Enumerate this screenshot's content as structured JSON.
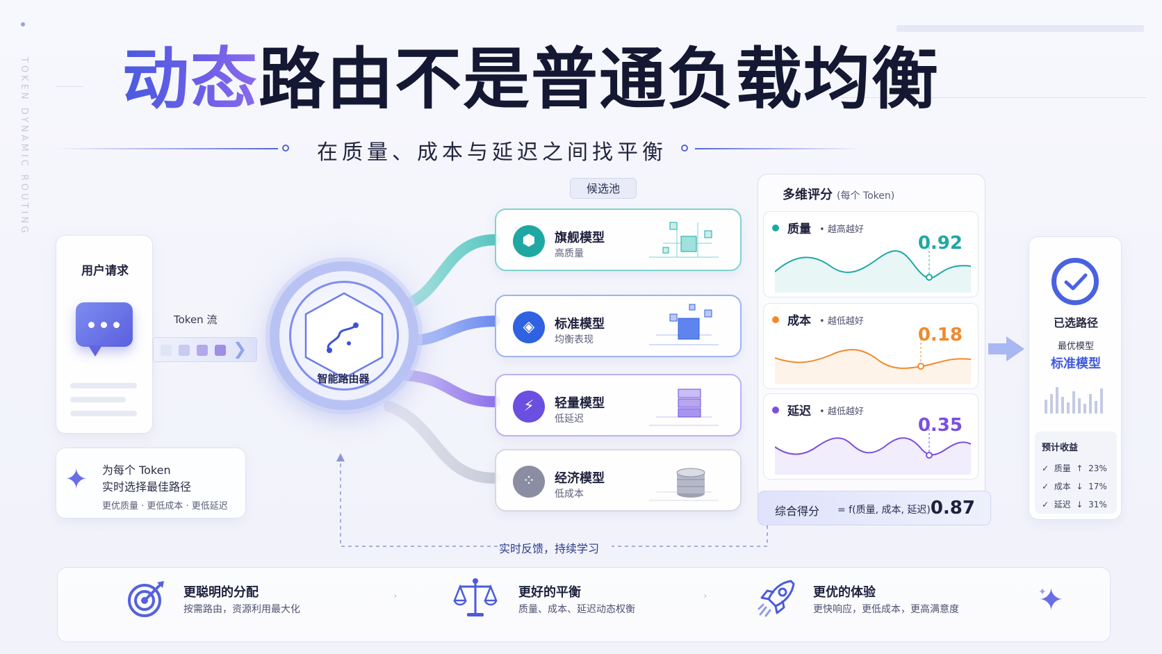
{
  "side_text": "TOKEN DYNAMIC ROUTING",
  "title": {
    "accent": "动态",
    "rest": "路由不是普通负载均衡"
  },
  "subtitle": "在质量、成本与延迟之间找平衡",
  "user_request": {
    "title": "用户请求"
  },
  "token_flow_label": "Token 流",
  "info": {
    "line1": "为每个 Token",
    "line2": "实时选择最佳路径",
    "line3": "更优质量 · 更低成本 · 更低延迟"
  },
  "router": {
    "label": "智能路由器"
  },
  "pool": {
    "tag": "候选池",
    "models": [
      {
        "name": "旗舰模型",
        "desc": "高质量",
        "icon": "cube-icon",
        "color": "#1fa8a3"
      },
      {
        "name": "标准模型",
        "desc": "均衡表现",
        "icon": "box-icon",
        "color": "#2f62e0"
      },
      {
        "name": "轻量模型",
        "desc": "低延迟",
        "icon": "lightning-icon",
        "color": "#6a4fe0"
      },
      {
        "name": "经济模型",
        "desc": "低成本",
        "icon": "dots-icon",
        "color": "#8b8ea3"
      }
    ]
  },
  "scores": {
    "title": "多维评分",
    "title_sub": "(每个 Token)",
    "metrics": [
      {
        "name": "质量",
        "hint": "越高越好",
        "value": "0.92",
        "color": "#1fa8a3"
      },
      {
        "name": "成本",
        "hint": "越低越好",
        "value": "0.18",
        "color": "#f08a2c"
      },
      {
        "name": "延迟",
        "hint": "越低越好",
        "value": "0.35",
        "color": "#7a4fe0"
      }
    ],
    "total_label": "综合得分",
    "total_formula": "= f(质量, 成本, 延迟)",
    "total_value": "0.87"
  },
  "result": {
    "title": "已选路径",
    "sub": "最优模型",
    "model": "标准模型",
    "gain_title": "预计收益",
    "gains": [
      {
        "name": "质量",
        "dir": "↑",
        "value": "23%"
      },
      {
        "name": "成本",
        "dir": "↓",
        "value": "17%"
      },
      {
        "name": "延迟",
        "dir": "↓",
        "value": "31%"
      }
    ]
  },
  "feedback": "实时反馈，持续学习",
  "features": [
    {
      "title": "更聪明的分配",
      "sub": "按需路由，资源利用最大化",
      "icon": "target-icon"
    },
    {
      "title": "更好的平衡",
      "sub": "质量、成本、延迟动态权衡",
      "icon": "scale-icon"
    },
    {
      "title": "更优的体验",
      "sub": "更快响应，更低成本，更高满意度",
      "icon": "rocket-icon"
    }
  ],
  "colors": {
    "accent": "#5462dc",
    "teal": "#1fa8a3",
    "orange": "#f08a2c",
    "purple": "#7a4fe0"
  }
}
